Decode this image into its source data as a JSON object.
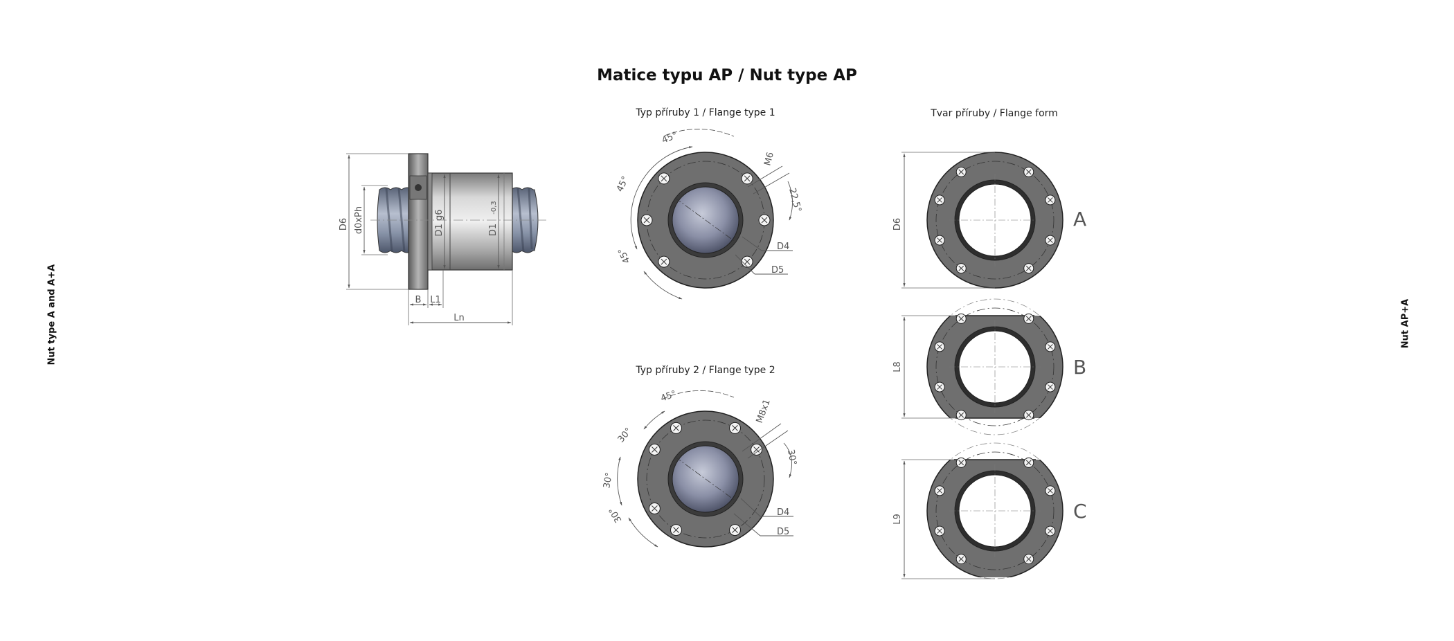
{
  "title": "Matice typu AP / Nut type AP",
  "left_side_label": "Nut type A and A+A",
  "right_side_label": "Nut AP+A",
  "sections": {
    "flange_type_1": "Typ příruby 1 / Flange type 1",
    "flange_type_2": "Typ příruby 2 / Flange type 2",
    "flange_form": "Tvar příruby / Flange form"
  },
  "side_view_dims": {
    "d6": "D6",
    "d0xph": "d0xPh",
    "d1g6": "D1 g6",
    "d1": "D1",
    "d1_tol": "-0,3",
    "b": "B",
    "l1": "L1",
    "ln": "Ln"
  },
  "flange1_dims": {
    "angle_top": "45°",
    "angle_left": "45°",
    "angle_bottom_left": "45°",
    "thread": "M6",
    "angle_right": "22,5°",
    "d4": "D4",
    "d5": "D5"
  },
  "flange2_dims": {
    "angle_top": "45°",
    "angle_a": "30°",
    "angle_b": "30°",
    "angle_c": "30°",
    "thread": "M8x1",
    "angle_right": "30°",
    "d4": "D4",
    "d5": "D5"
  },
  "flange_forms": {
    "a": {
      "letter": "A",
      "dim": "D6"
    },
    "b": {
      "letter": "B",
      "dim": "L8"
    },
    "c": {
      "letter": "C",
      "dim": "L9"
    }
  }
}
